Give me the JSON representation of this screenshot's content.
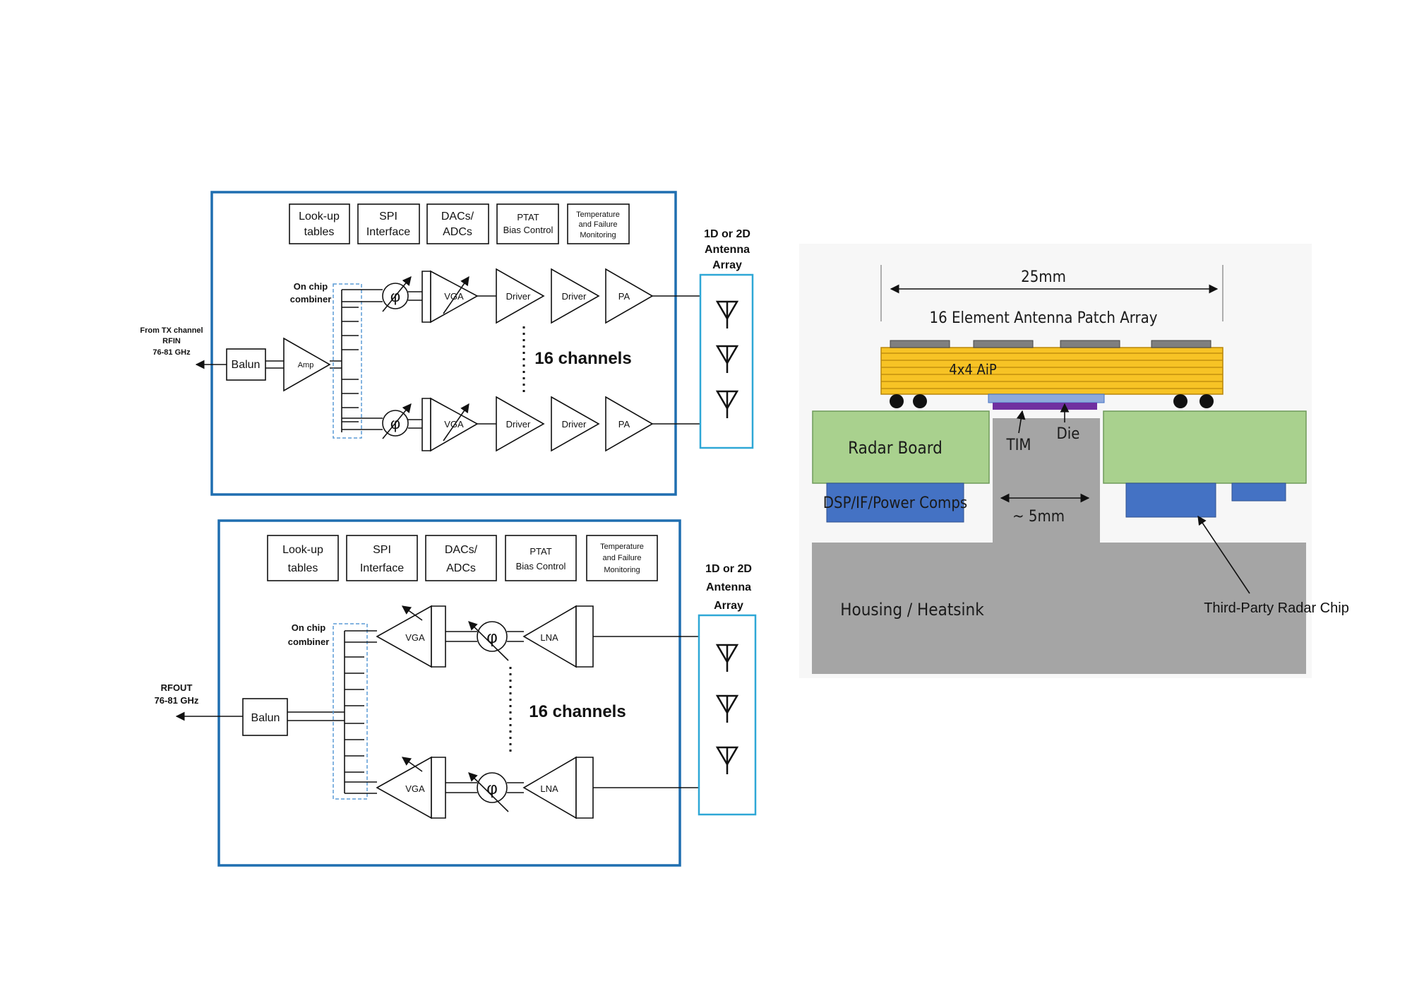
{
  "tx": {
    "top_blocks": [
      {
        "line1": "Look-up",
        "line2": "tables",
        "line3": ""
      },
      {
        "line1": "SPI",
        "line2": "Interface",
        "line3": ""
      },
      {
        "line1": "DACs/",
        "line2": "ADCs",
        "line3": ""
      },
      {
        "line1": "PTAT",
        "line2": "Bias Control",
        "line3": ""
      },
      {
        "line1": "Temperature",
        "line2": "and Failure",
        "line3": "Monitoring"
      }
    ],
    "input_label": {
      "line1": "From TX channel",
      "line2": "RFIN",
      "line3": "76-81 GHz"
    },
    "balun": "Balun",
    "amp": "Amp",
    "combiner": {
      "line1": "On chip",
      "line2": "combiner"
    },
    "phase_symbol": "φ",
    "vga": "VGA",
    "driver": "Driver",
    "pa": "PA",
    "channels": "16 channels",
    "antenna": {
      "line1": "1D or 2D",
      "line2": "Antenna",
      "line3": "Array"
    }
  },
  "rx": {
    "top_blocks": [
      {
        "line1": "Look-up",
        "line2": "tables",
        "line3": ""
      },
      {
        "line1": "SPI",
        "line2": "Interface",
        "line3": ""
      },
      {
        "line1": "DACs/",
        "line2": "ADCs",
        "line3": ""
      },
      {
        "line1": "PTAT",
        "line2": "Bias Control",
        "line3": ""
      },
      {
        "line1": "Temperature",
        "line2": "and Failure",
        "line3": "Monitoring"
      }
    ],
    "output_label": {
      "line1": "RFOUT",
      "line2": "76-81 GHz"
    },
    "balun": "Balun",
    "combiner": {
      "line1": "On chip",
      "line2": "combiner"
    },
    "phase_symbol": "φ",
    "vga": "VGA",
    "lna": "LNA",
    "channels": "16 channels",
    "antenna": {
      "line1": "1D or 2D",
      "line2": "Antenna",
      "line3": "Array"
    }
  },
  "package": {
    "width_label": "25mm",
    "array_label": "16 Element Antenna Patch Array",
    "aip_label": "4x4 AiP",
    "radar_board": "Radar Board",
    "tim": "TIM",
    "die": "Die",
    "dsp": "DSP/IF/Power Comps",
    "gap_label": "~ 5mm",
    "housing": "Housing / Heatsink",
    "third_party": "Third-Party Radar Chip"
  },
  "colors": {
    "frame_blue": "#1f6eb0",
    "antenna_cyan": "#2ea7d6",
    "combiner_dash": "#5b9bd5",
    "board_green": "#a9d18e",
    "comp_blue": "#4472c4",
    "housing_gray": "#a5a5a5",
    "aip_yellow": "#f7c325",
    "die_purple": "#7030a0"
  },
  "icons": [
    "antenna-icon",
    "phase-shifter-icon",
    "amplifier-icon",
    "arrow-icon"
  ]
}
